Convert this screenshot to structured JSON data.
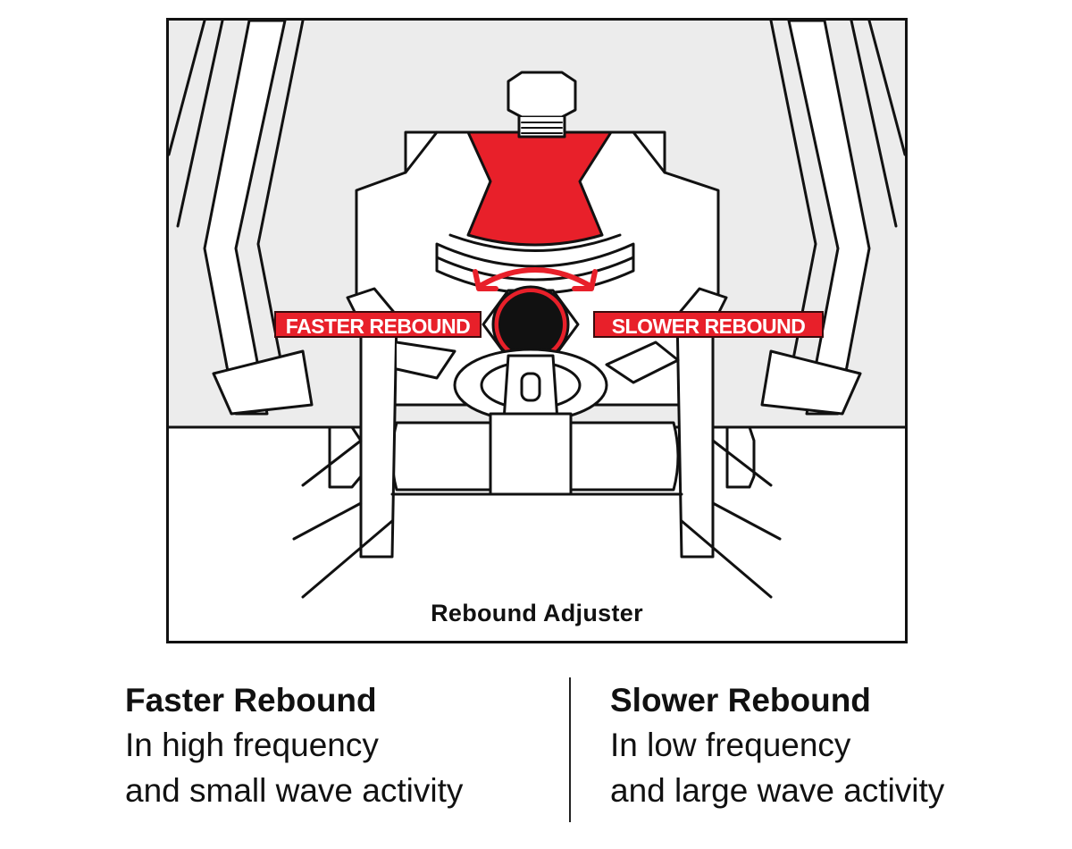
{
  "diagram": {
    "caption": "Rebound Adjuster",
    "labels": {
      "faster": "FASTER REBOUND",
      "slower": "SLOWER REBOUND"
    },
    "colors": {
      "accent": "#e8202a",
      "line": "#111111",
      "shade": "#ececec"
    }
  },
  "legend": {
    "faster": {
      "title": "Faster Rebound",
      "line1": "In high frequency",
      "line2": "and small wave activity"
    },
    "slower": {
      "title": "Slower Rebound",
      "line1": "In low frequency",
      "line2": "and large wave activity"
    }
  }
}
